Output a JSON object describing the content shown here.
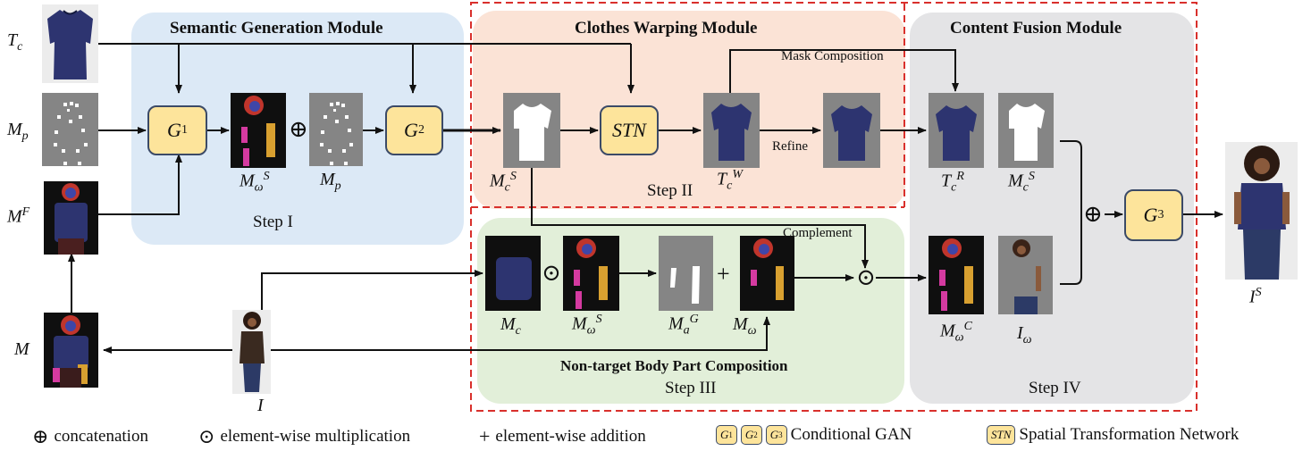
{
  "modules": {
    "semantic": {
      "title": "Semantic Generation Module",
      "step": "Step I"
    },
    "warping": {
      "title": "Clothes Warping Module",
      "step": "Step II"
    },
    "fusion": {
      "title": "Content Fusion Module",
      "step": "Step IV"
    },
    "nontarget": {
      "title": "Non-target Body Part Composition",
      "step": "Step III"
    }
  },
  "generators": {
    "g1": {
      "main": "G",
      "sub": "1"
    },
    "g2": {
      "main": "G",
      "sub": "2"
    },
    "g3": {
      "main": "G",
      "sub": "3"
    },
    "stn": "STN"
  },
  "edge_labels": {
    "mask_composition": "Mask Composition",
    "refine": "Refine",
    "complement": "Complement"
  },
  "variables": {
    "tc": {
      "main": "T",
      "sub": "c"
    },
    "mp": {
      "main": "M",
      "sub": "p"
    },
    "mf": {
      "main": "M",
      "sup": "F"
    },
    "m": {
      "main": "M"
    },
    "i": {
      "main": "I"
    },
    "mws": {
      "main": "M",
      "sub": "ω",
      "sup": "S"
    },
    "mp2": {
      "main": "M",
      "sub": "p"
    },
    "mcs": {
      "main": "M",
      "sub": "c",
      "sup": "S"
    },
    "tcw": {
      "main": "T",
      "sub": "c",
      "sup": "W"
    },
    "tcr": {
      "main": "T",
      "sub": "c",
      "sup": "R"
    },
    "mcs2": {
      "main": "M",
      "sub": "c",
      "sup": "S"
    },
    "mc": {
      "main": "M",
      "sub": "c"
    },
    "mws2": {
      "main": "M",
      "sub": "ω",
      "sup": "S"
    },
    "mag": {
      "main": "M",
      "sub": "a",
      "sup": "G"
    },
    "mw": {
      "main": "M",
      "sub": "ω"
    },
    "mwc": {
      "main": "M",
      "sub": "ω",
      "sup": "C"
    },
    "iw": {
      "main": "I",
      "sub": "ω"
    },
    "is": {
      "main": "I",
      "sup": "S"
    }
  },
  "operators": {
    "concat": "⊕",
    "mult": "⊙",
    "add": "+"
  },
  "legend": {
    "concat": "concatenation",
    "mult": "element-wise multiplication",
    "add": "element-wise addition",
    "cgan": "Conditional GAN",
    "stn": "Spatial Transformation Network"
  },
  "colors": {
    "semantic_bg": "#dce9f6",
    "warping_bg": "#fbe3d6",
    "fusion_bg": "#e4e4e6",
    "nontarget_bg": "#e2efd9",
    "generator_fill": "#fde49b",
    "dashed_border": "#d9302c",
    "garment": "#2d3470"
  }
}
